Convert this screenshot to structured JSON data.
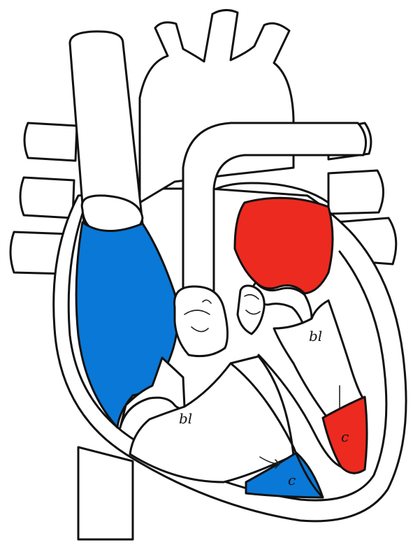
{
  "colors": {
    "deoxygenated": "#0a78d6",
    "oxygenated": "#ec2a20",
    "outline": "#111111",
    "background": "#ffffff"
  },
  "labels": {
    "bl_left": "bl",
    "bl_right": "bl",
    "c_left": "c",
    "c_right": "c"
  }
}
